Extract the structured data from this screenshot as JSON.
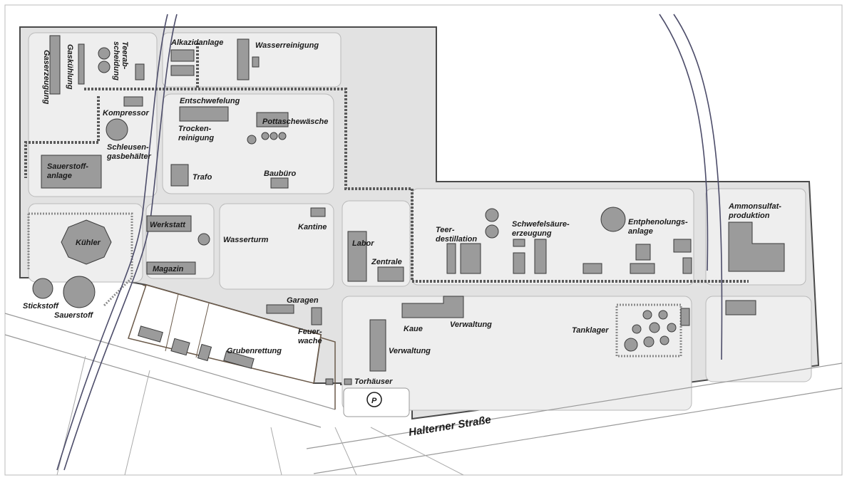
{
  "labels": {
    "gaserzeugung": "Gaserzeugung",
    "gaskuehlung": "Gaskühlung",
    "teerab": "Teerab-",
    "scheidung": "scheidung",
    "alkazidanlage": "Alkazidanlage",
    "wasserreinigung": "Wasserreinigung",
    "entschwefelung": "Entschwefelung",
    "kompressor": "Kompressor",
    "trocken": "Trocken-",
    "reinigung": "reinigung",
    "pottaschewaesche": "Pottaschewäsche",
    "schleusen": "Schleusen-",
    "gasbehaelter": "gasbehälter",
    "sauerstoff_anlage_1": "Sauerstoff-",
    "sauerstoff_anlage_2": "anlage",
    "trafo": "Trafo",
    "baubuero": "Baubüro",
    "werkstatt": "Werkstatt",
    "kuehler": "Kühler",
    "wasserturm": "Wasserturm",
    "kantine": "Kantine",
    "labor": "Labor",
    "zentrale": "Zentrale",
    "magazin": "Magazin",
    "teer": "Teer-",
    "destillation": "destillation",
    "schwefelsaeure": "Schwefelsäure-",
    "erzeugung": "erzeugung",
    "entphenolungs": "Entphenolungs-",
    "anlage": "anlage",
    "ammonsulfat": "Ammonsulfat-",
    "produktion": "produktion",
    "stickstoff": "Stickstoff",
    "sauerstoff": "Sauerstoff",
    "garagen": "Garagen",
    "feuer": "Feuer-",
    "wache": "wache",
    "kaue": "Kaue",
    "verwaltung_1": "Verwaltung",
    "verwaltung_2": "Verwaltung",
    "tanklager": "Tanklager",
    "grubenrettung": "Grubenrettung",
    "torhaeuser": "Torhäuser",
    "parking": "P",
    "halterner_strasse": "Halterner Straße"
  },
  "colors": {
    "building": "#9b9b9b",
    "site": "#e2e2e2",
    "area": "#eeeeee",
    "railway": "#4d4d6a",
    "boundary": "#4a4a4a"
  }
}
